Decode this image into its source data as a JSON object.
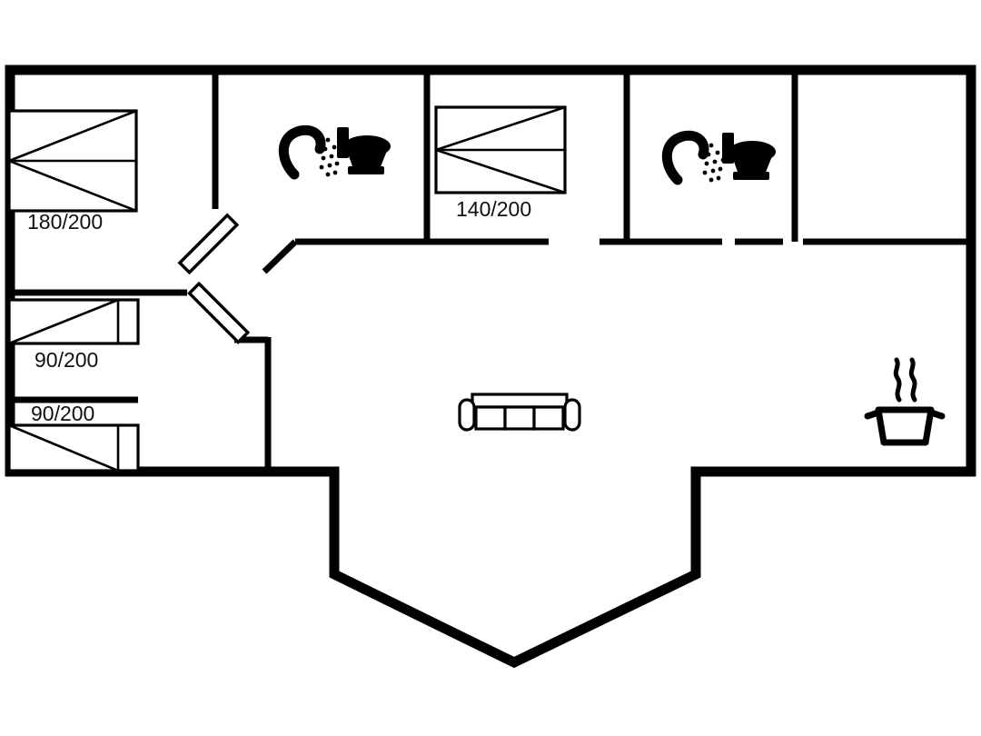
{
  "page": {
    "background_color": "#ffffff",
    "wall_color": "#000000"
  },
  "floor_plan": {
    "kind": "holiday-house-floor-plan",
    "labels": {
      "bed_180": "180/200",
      "bed_140": "140/200",
      "bed_90_upper": "90/200",
      "bed_90_lower": "90/200"
    },
    "icons": [
      {
        "name": "shower-icon",
        "room": "bathroom-left"
      },
      {
        "name": "toilet-icon",
        "room": "bathroom-left"
      },
      {
        "name": "shower-icon",
        "room": "bathroom-right"
      },
      {
        "name": "toilet-icon",
        "room": "bathroom-right"
      },
      {
        "name": "sofa-icon",
        "room": "living-room"
      },
      {
        "name": "cooking-pot-icon",
        "room": "kitchen"
      }
    ]
  }
}
